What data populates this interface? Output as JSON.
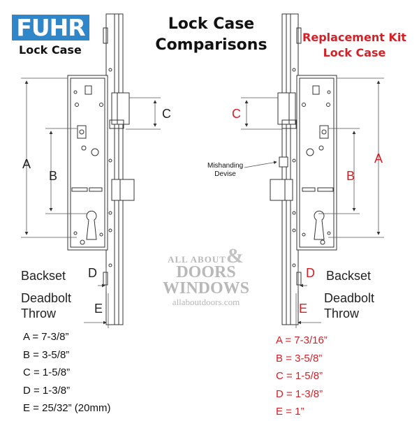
{
  "brand": {
    "logo": "FUHR",
    "sub_label": "Lock Case"
  },
  "title": {
    "line1": "Lock Case",
    "line2": "Comparisons"
  },
  "replacement_title": {
    "line1": "Replacement Kit",
    "line2": "Lock Case"
  },
  "left_labels": {
    "a": "A",
    "b": "B",
    "c": "C",
    "d": "D",
    "e": "E",
    "backset": "Backset",
    "deadbolt": "Deadbolt",
    "throw": "Throw"
  },
  "right_labels": {
    "a": "A",
    "b": "B",
    "c": "C",
    "d": "D",
    "e": "E",
    "backset": "Backset",
    "deadbolt": "Deadbolt",
    "throw": "Throw",
    "mishanding_1": "Mishanding",
    "mishanding_2": "Devise"
  },
  "watermark": {
    "line1": "ALL ABOUT",
    "amp": "&",
    "line2": "DOORS",
    "line3": "WINDOWS",
    "line4": "allaboutdoors.com"
  },
  "left_specs": [
    "A = 7-3/8”",
    "B = 3-5/8”",
    "C = 1-5/8”",
    "D = 1-3/8”",
    "E = 25/32” (20mm)"
  ],
  "right_specs": [
    "A = 7-3/16”",
    "B = 3-5/8”",
    "C = 1-5/8”",
    "D = 1-3/8”",
    "E = 1”"
  ],
  "colors": {
    "logo_blue": "#2f86c8",
    "accent_red": "#d42027",
    "line": "#333333",
    "watermark": "#b8b8b8"
  }
}
